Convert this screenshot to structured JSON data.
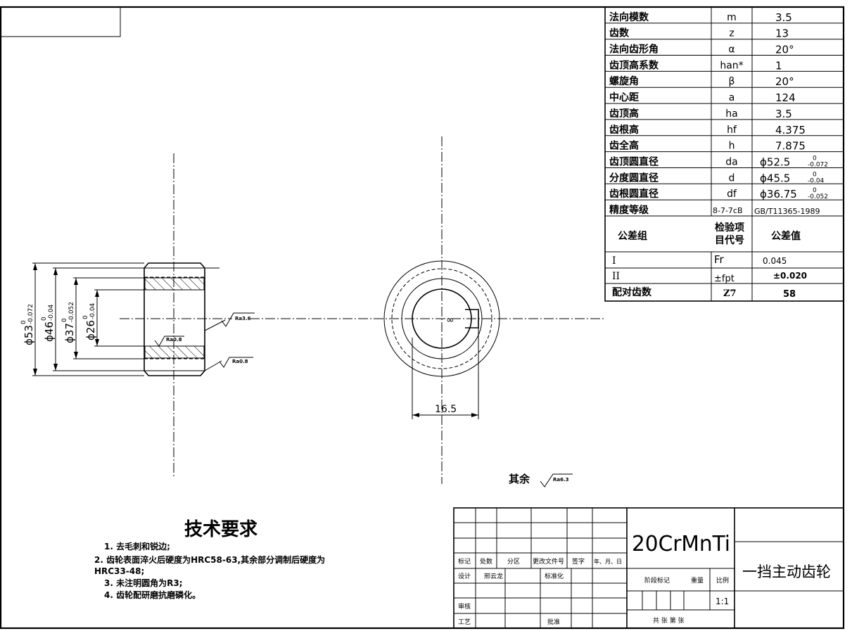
{
  "gear_table": {
    "rows": [
      {
        "label": "法向模数",
        "symbol": "m",
        "value": "3.5"
      },
      {
        "label": "齿数",
        "symbol": "z",
        "value": "13"
      },
      {
        "label": "法向齿形角",
        "symbol": "α",
        "value": "20°"
      },
      {
        "label": "齿顶高系数",
        "symbol": "han*",
        "value": "1"
      },
      {
        "label": "螺旋角",
        "symbol": "β",
        "value": "20°"
      },
      {
        "label": "中心距",
        "symbol": "a",
        "value": "124"
      },
      {
        "label": "齿顶高",
        "symbol": "ha",
        "value": "3.5"
      },
      {
        "label": "齿根高",
        "symbol": "hf",
        "value": "4.375"
      },
      {
        "label": "齿全高",
        "symbol": "h",
        "value": "7.875"
      },
      {
        "label": "齿顶圆直径",
        "symbol": "da",
        "value": "ϕ52.5",
        "tol_upper": "0",
        "tol_lower": "-0.072"
      },
      {
        "label": "分度圆直径",
        "symbol": "d",
        "value": "ϕ45.5",
        "tol_upper": "0",
        "tol_lower": "-0.04"
      },
      {
        "label": "齿根圆直径",
        "symbol": "df",
        "value": "ϕ36.75",
        "tol_upper": "0",
        "tol_lower": "-0.052"
      },
      {
        "label": "精度等级",
        "symbol": "8-7-7cB",
        "value": "GB/T11365-1989"
      }
    ],
    "tolerance_header": {
      "group": "公差组",
      "code_line1": "检验项",
      "code_line2": "目代号",
      "value": "公差值"
    },
    "tolerance_rows": [
      {
        "group": "I",
        "code": "Fr",
        "value": "0.045"
      },
      {
        "group": "II",
        "code": "±fpt",
        "value": "±0.020"
      }
    ],
    "mating_row": {
      "label": "配对齿数",
      "symbol": "Z7",
      "value": "58"
    }
  },
  "side_view": {
    "dims": [
      {
        "text": "ϕ53",
        "upper": "0",
        "lower": "-0.072"
      },
      {
        "text": "ϕ46",
        "upper": "0",
        "lower": "-0.04"
      },
      {
        "text": "ϕ37",
        "upper": "0",
        "lower": "-0.052"
      },
      {
        "text": "ϕ26",
        "upper": "0",
        "lower": "-0.04"
      }
    ],
    "roughness": [
      "Ra3.6",
      "Ra0.8",
      "Ra0.8"
    ]
  },
  "front_view": {
    "width_dim": "16.5"
  },
  "other_roughness": {
    "label": "其余",
    "value": "Ra6.3"
  },
  "tech_requirements": {
    "title": "技术要求",
    "lines": [
      "1. 去毛刺和锐边;",
      "2. 齿轮表面淬火后硬度为HRC58-63,其余部分调制后硬度为",
      "HRC33-48;",
      "3. 未注明圆角为R3;",
      "4. 齿轮配研磨抗磨磷化。"
    ]
  },
  "title_block": {
    "material": "20CrMnTi",
    "part_name": "一挡主动齿轮",
    "scale": "1:1",
    "rev_headers": [
      "标记",
      "处数",
      "分区",
      "更改文件号",
      "签字",
      "年、月、日"
    ],
    "design_label": "设计",
    "designer": "邢云龙",
    "standard_label": "标准化",
    "stage_mark_label": "阶段标记",
    "weight_label": "重量",
    "scale_label": "比例",
    "review_label": "审核",
    "process_label": "工艺",
    "approve_label": "批准",
    "sheet_text": "共 张 第 张"
  }
}
